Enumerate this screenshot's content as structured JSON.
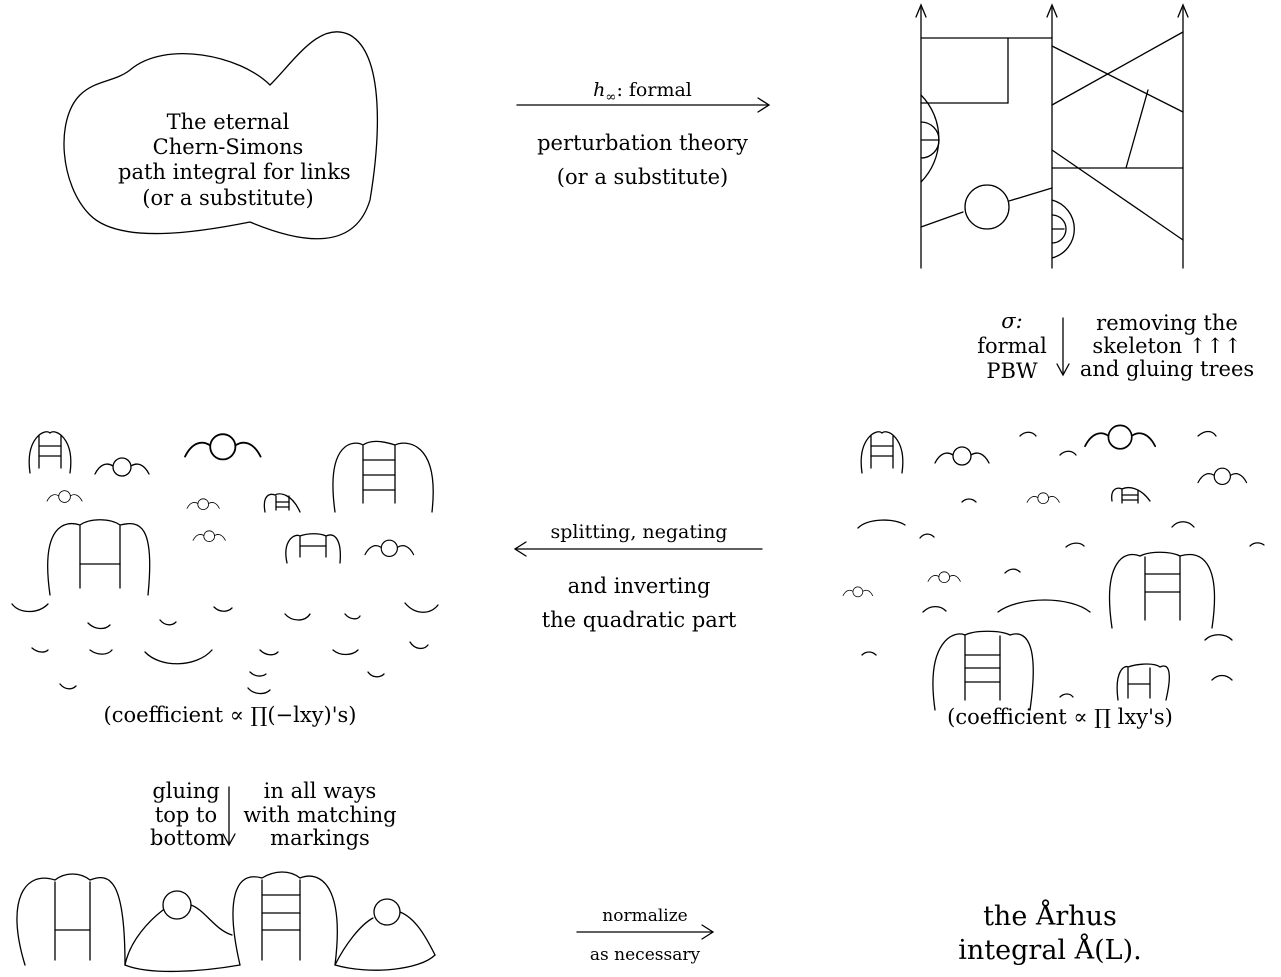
{
  "cloud": {
    "lines": [
      "The eternal",
      "Chern-Simons",
      "path integral for links",
      "(or a substitute)"
    ]
  },
  "arrow1": {
    "label_top": "h∞: formal",
    "label_bottom_1": "perturbation theory",
    "label_bottom_2": "(or a substitute)"
  },
  "arrow_sigma": {
    "left": [
      "σ:",
      "formal",
      "PBW"
    ],
    "right": [
      "removing the",
      "skeleton ↑↑↑",
      "and gluing trees"
    ]
  },
  "arrow_split": {
    "label_top": "splitting, negating",
    "label_bottom_1": "and inverting",
    "label_bottom_2": "the quadratic part"
  },
  "coeff_left": "(coefficient ∝ ∏(−lxy)'s)",
  "coeff_right": "(coefficient ∝ ∏ lxy's)",
  "arrow_glue": {
    "left": [
      "gluing",
      "top to",
      "bottom"
    ],
    "right": [
      "in all ways",
      "with matching",
      "markings"
    ]
  },
  "arrow_normalize": {
    "label_top": "normalize",
    "label_bottom": "as necessary"
  },
  "result": {
    "line1": "the Århus",
    "line2": "integral Å(L)."
  }
}
